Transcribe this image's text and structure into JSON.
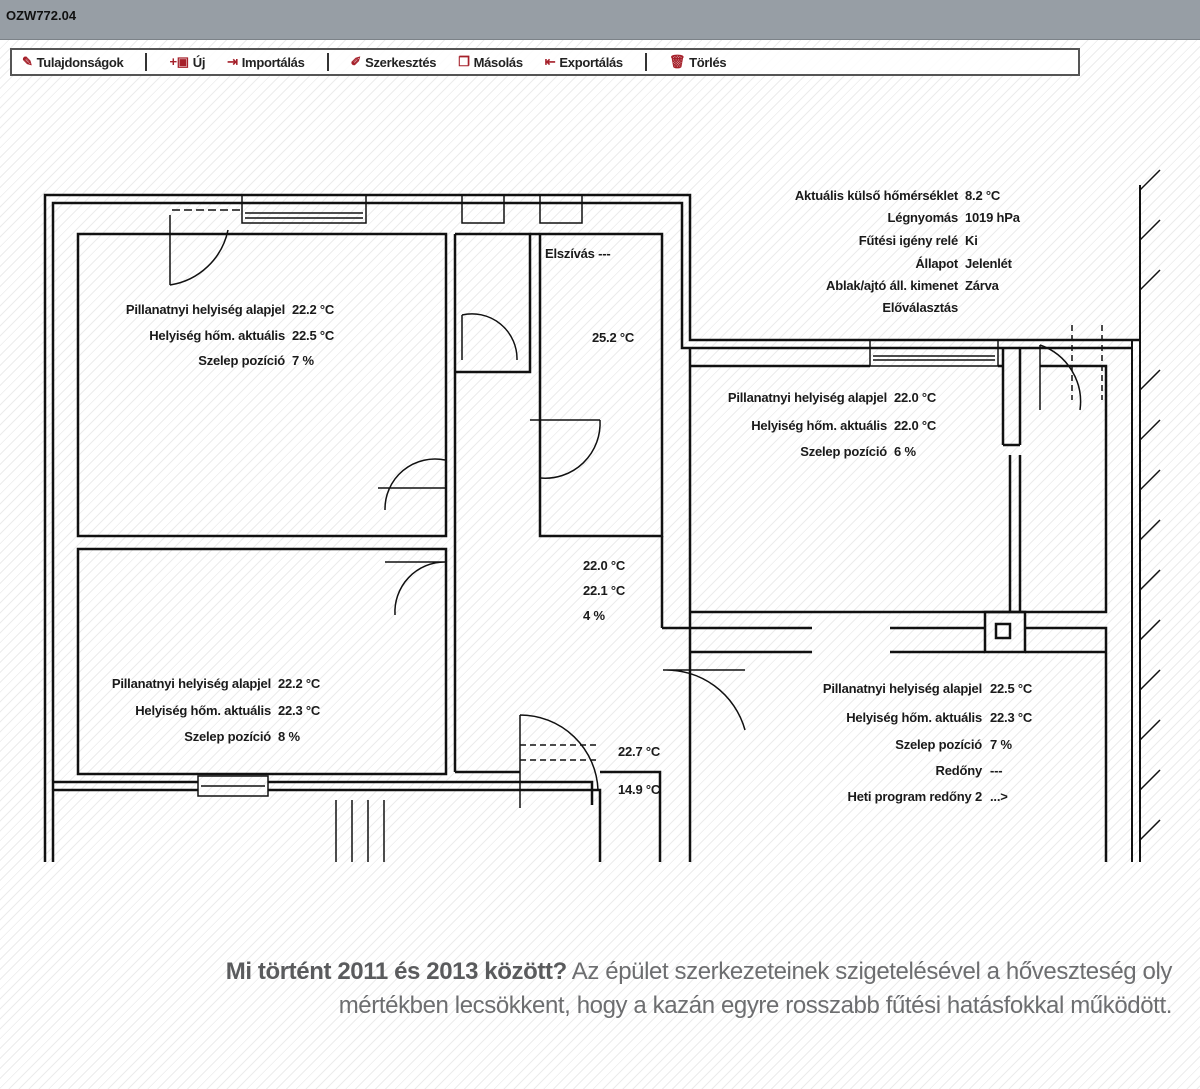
{
  "window": {
    "title": "OZW772.04"
  },
  "toolbar": [
    {
      "icon": "wrench-icon",
      "label": "Tulajdonságok"
    },
    {
      "icon": "new-image-icon",
      "label": "Új"
    },
    {
      "icon": "import-icon",
      "label": "Importálás"
    },
    {
      "icon": "pencil-icon",
      "label": "Szerkesztés"
    },
    {
      "icon": "copy-icon",
      "label": "Másolás"
    },
    {
      "icon": "export-icon",
      "label": "Exportálás"
    },
    {
      "icon": "trash-icon",
      "label": "Törlés"
    }
  ],
  "info": [
    {
      "label": "Aktuális külső hőmérséklet",
      "value": "8.2 °C"
    },
    {
      "label": "Légnyomás",
      "value": "1019 hPa"
    },
    {
      "label": "Fűtési igény relé",
      "value": "Ki"
    },
    {
      "label": "Állapot",
      "value": "Jelenlét"
    },
    {
      "label": "Ablak/ajtó áll. kimenet",
      "value": "Zárva"
    },
    {
      "label": "Előválasztás",
      "value": ""
    }
  ],
  "room1": [
    {
      "label": "Pillanatnyi helyiség alapjel",
      "value": "22.2 °C"
    },
    {
      "label": "Helyiség hőm. aktuális",
      "value": "22.5 °C"
    },
    {
      "label": "Szelep pozíció",
      "value": "7 %"
    }
  ],
  "room2": [
    {
      "label": "Pillanatnyi helyiség alapjel",
      "value": "22.2 °C"
    },
    {
      "label": "Helyiség hőm. aktuális",
      "value": "22.3 °C"
    },
    {
      "label": "Szelep pozíció",
      "value": "8 %"
    }
  ],
  "room3": [
    {
      "label": "Pillanatnyi helyiség alapjel",
      "value": "22.0 °C"
    },
    {
      "label": "Helyiség hőm. aktuális",
      "value": "22.0 °C"
    },
    {
      "label": "Szelep pozíció",
      "value": "6 %"
    }
  ],
  "room4": [
    {
      "label": "Pillanatnyi helyiség alapjel",
      "value": "22.5 °C"
    },
    {
      "label": "Helyiség hőm. aktuális",
      "value": "22.3 °C"
    },
    {
      "label": "Szelep pozíció",
      "value": "7 %"
    },
    {
      "label": "Redőny",
      "value": "---"
    },
    {
      "label": "Heti program redőny 2",
      "value": "...>"
    }
  ],
  "kitchen": {
    "extract": "Elszívás ---",
    "temp": "25.2 °C"
  },
  "hall": {
    "setpoint": "22.0 °C",
    "actual": "22.1 °C",
    "valve": "4 %"
  },
  "misc": {
    "t1": "22.7 °C",
    "t2": "14.9 °C"
  },
  "caption": {
    "bold": "Mi történt 2011 és 2013 között?",
    "text": " Az épület szerkezeteinek szigetelésével a hőveszteség oly mértékben lecsökkent, hogy a kazán egyre rosszabb fűtési hatásfokkal működött."
  }
}
